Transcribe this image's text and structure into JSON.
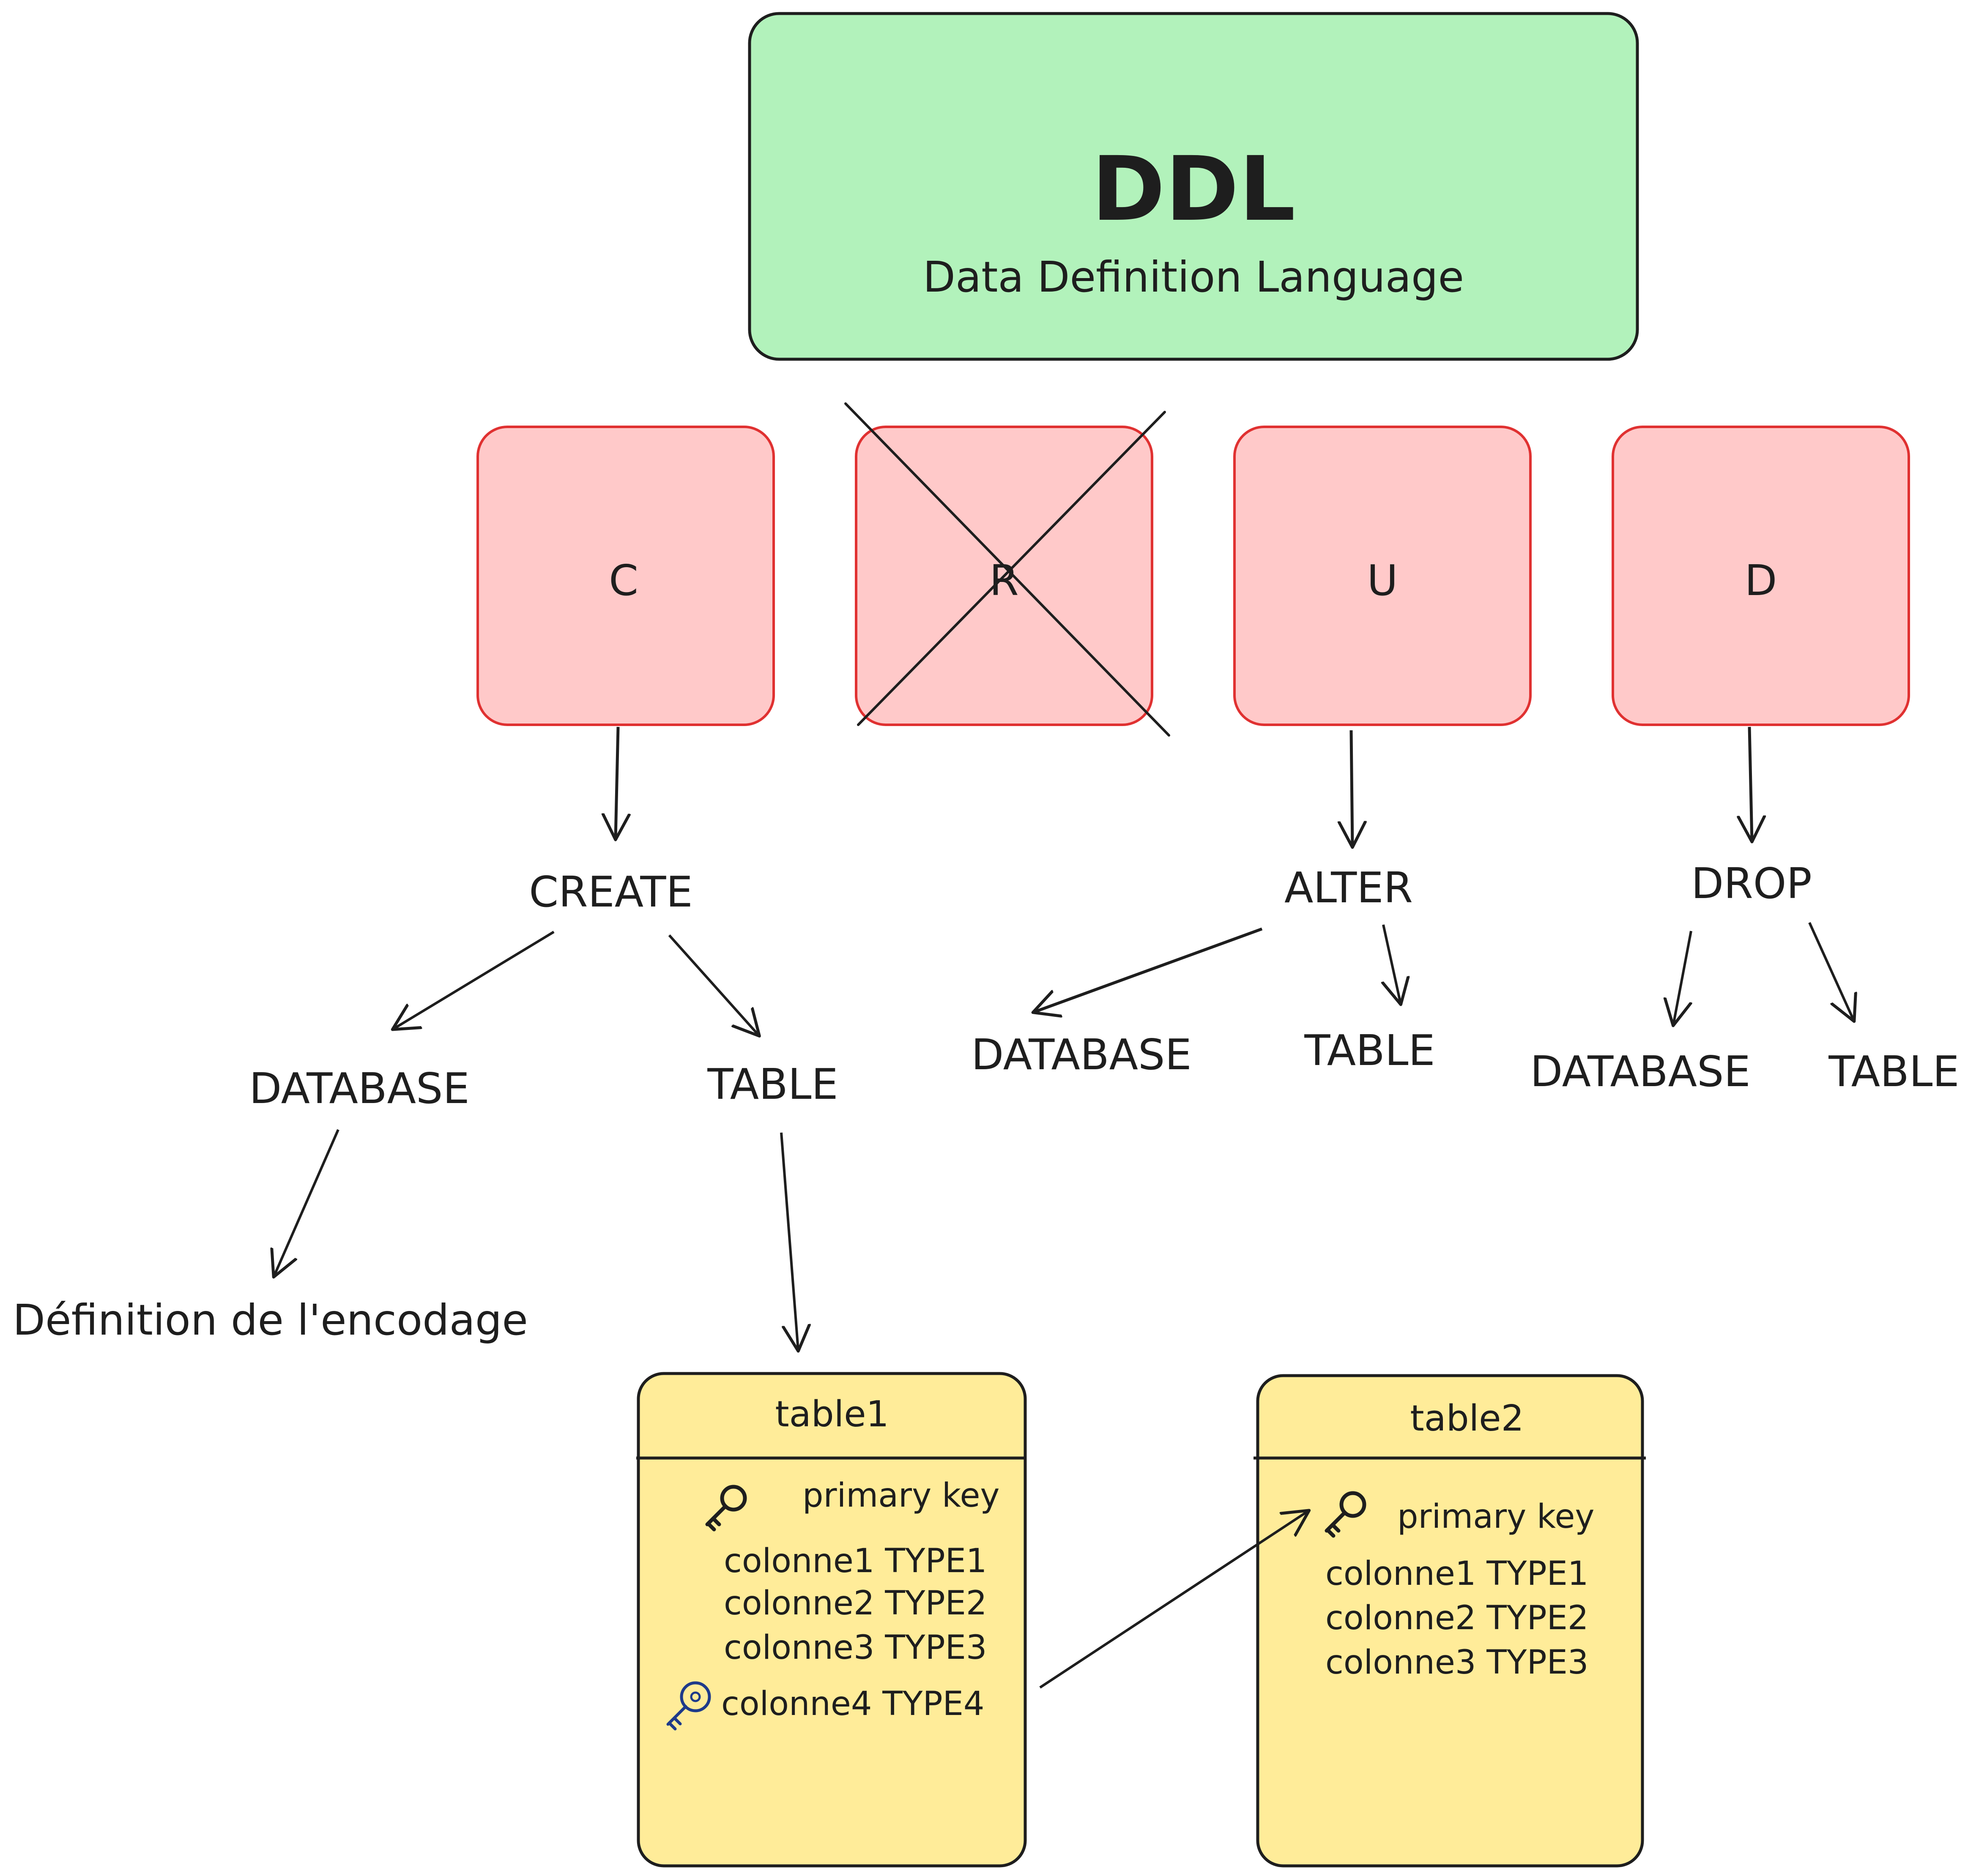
{
  "colors": {
    "stroke": "#1e1e1e",
    "green_fill": "#b2f2bb",
    "red_fill": "#ffc9c9",
    "red_stroke": "#e03131",
    "yellow_fill": "#ffec99",
    "key_blue": "#1e3a8a"
  },
  "header": {
    "title": "DDL",
    "subtitle": "Data Definition Language"
  },
  "crud": {
    "c": "C",
    "r": "R",
    "u": "U",
    "d": "D"
  },
  "commands": {
    "create": "CREATE",
    "alter": "ALTER",
    "drop": "DROP"
  },
  "targets": {
    "create_database": "DATABASE",
    "create_table": "TABLE",
    "alter_database": "DATABASE",
    "alter_table": "TABLE",
    "drop_database": "DATABASE",
    "drop_table": "TABLE"
  },
  "encoding_note": "Définition de l'encodage",
  "table1": {
    "title": "table1",
    "primary_key": "primary key",
    "rows": [
      "colonne1 TYPE1",
      "colonne2 TYPE2",
      "colonne3 TYPE3",
      "colonne4 TYPE4"
    ]
  },
  "table2": {
    "title": "table2",
    "primary_key": "primary key",
    "rows": [
      "colonne1 TYPE1",
      "colonne2 TYPE2",
      "colonne3 TYPE3"
    ]
  }
}
